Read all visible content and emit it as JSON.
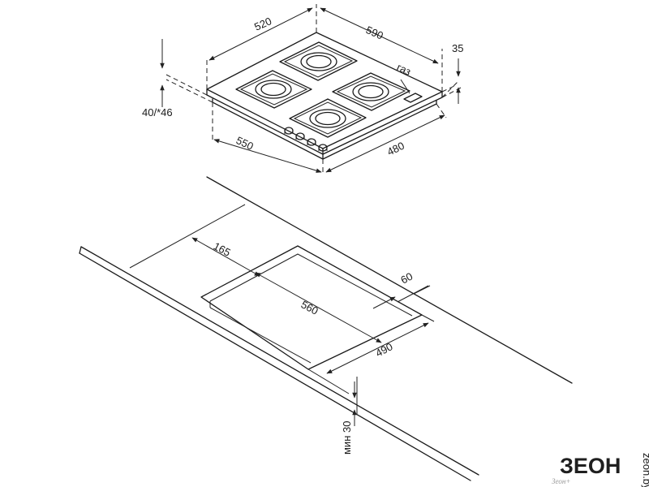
{
  "hob_dimensions": {
    "depth_top": "520",
    "width_top": "590",
    "height_with_supports": "35",
    "gas_label": "газ",
    "body_height": "40/*46",
    "width_bottom": "550",
    "depth_bottom": "480"
  },
  "cutout_dimensions": {
    "front_offset": "165",
    "rear_offset": "60",
    "cutout_width": "560",
    "cutout_depth": "490",
    "min_clearance": "мин 30"
  },
  "watermark": {
    "brand": "ЗЕОН",
    "vertical_text": "zeon.by",
    "caption": "Зеон+"
  },
  "burner_count": 4,
  "knob_count": 4
}
